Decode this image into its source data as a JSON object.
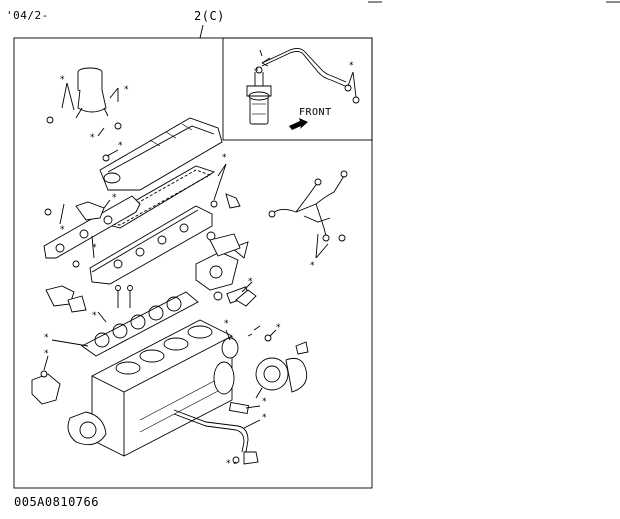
{
  "header": {
    "date_code": "'04/2-",
    "callout": "2(C)"
  },
  "inset": {
    "direction_label": "FRONT",
    "arrow_icon": "arrow-right-icon"
  },
  "footer": {
    "drawing_number": "005A0810766"
  },
  "symbols": {
    "asterisk": "*"
  }
}
